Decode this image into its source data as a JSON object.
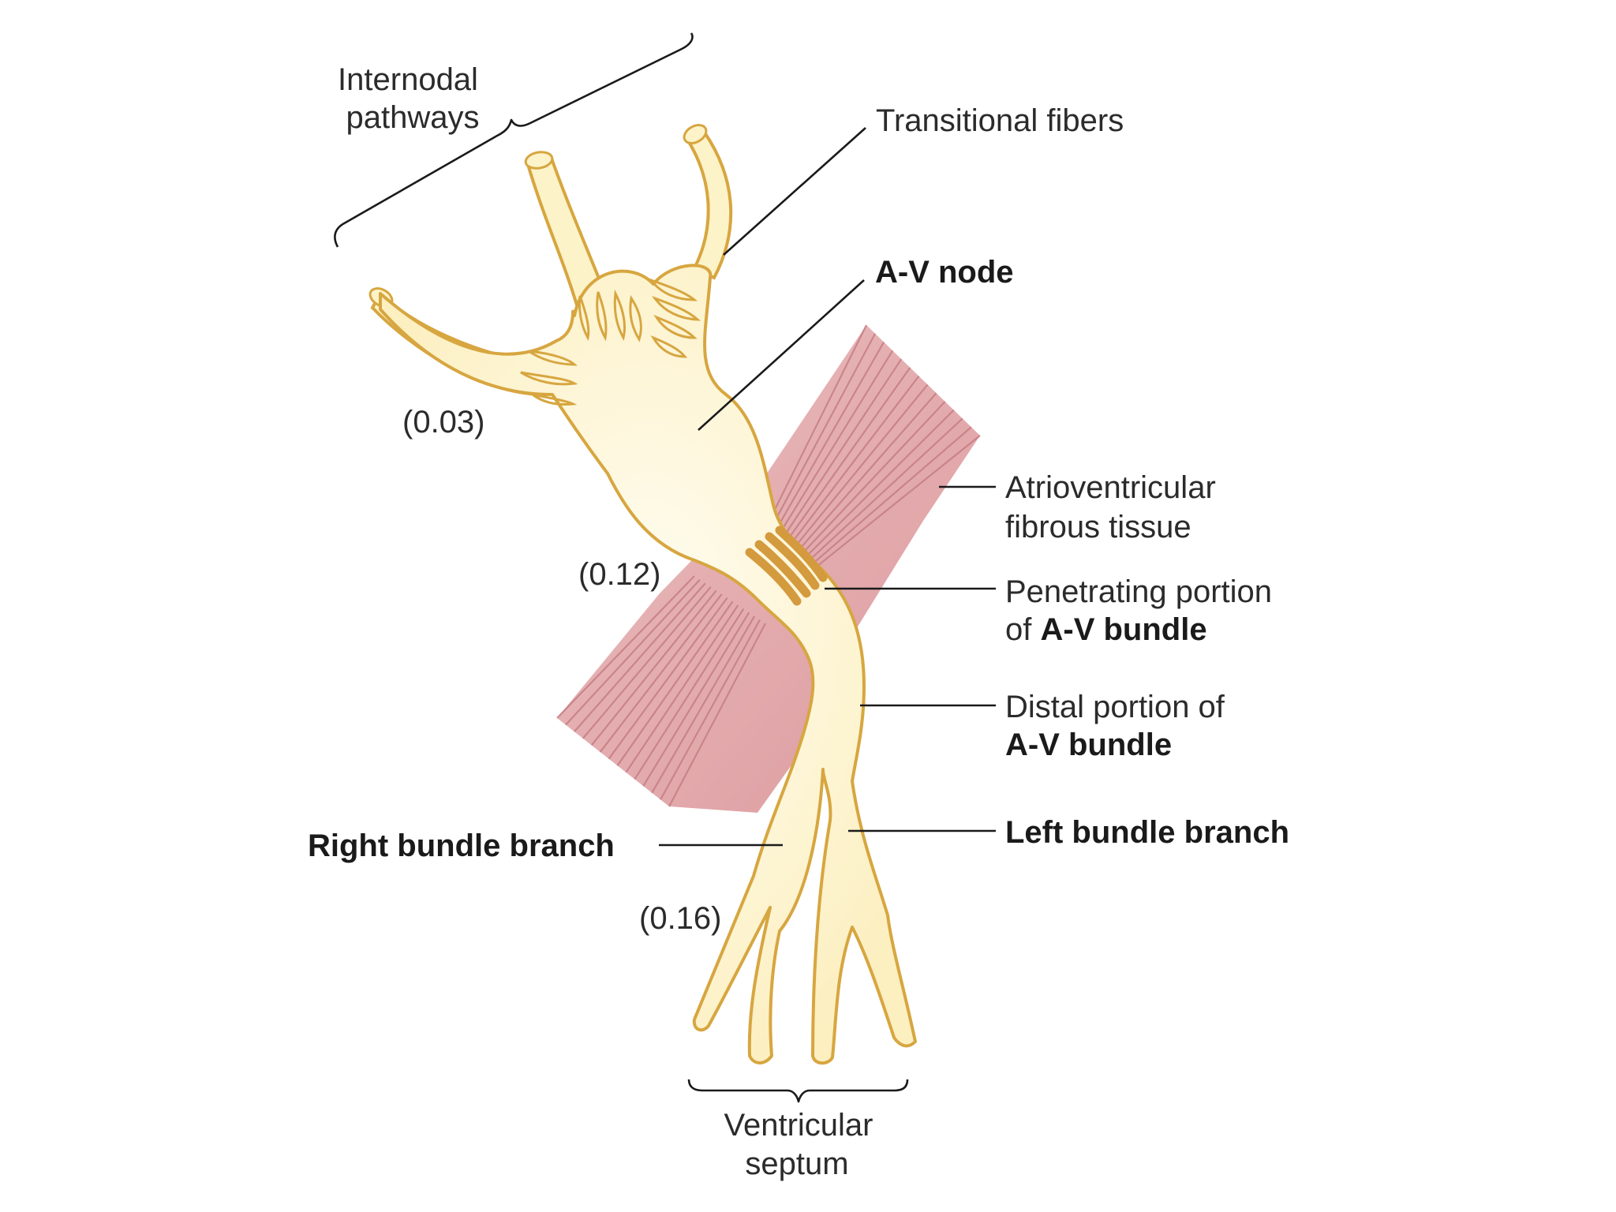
{
  "labels": {
    "internodal_pathways": [
      "Internodal",
      "pathways"
    ],
    "transitional_fibers": "Transitional fibers",
    "av_node": "A-V node",
    "atrioventricular_fibrous_tissue": [
      "Atrioventricular",
      "fibrous tissue"
    ],
    "penetrating_portion": {
      "line1": "Penetrating portion",
      "line2_prefix": "of ",
      "line2_bold": "A-V bundle"
    },
    "distal_portion": {
      "line1": "Distal portion of",
      "line2_bold": "A-V bundle"
    },
    "left_bundle_branch": "Left bundle branch",
    "right_bundle_branch": "Right bundle branch",
    "ventricular_septum": [
      "Ventricular",
      "septum"
    ]
  },
  "timings": {
    "internodal": "(0.03)",
    "av_node": "(0.12)",
    "bundle_branches": "(0.16)"
  },
  "colors": {
    "conduction_tissue": "#fdf3c8",
    "conduction_outline": "#d7a640",
    "fibrous_tissue": "#e0a3a5",
    "fibrous_lines": "#c57e84",
    "penetrating_stripes": "#d49a3e",
    "text": "#2b2b2b"
  }
}
